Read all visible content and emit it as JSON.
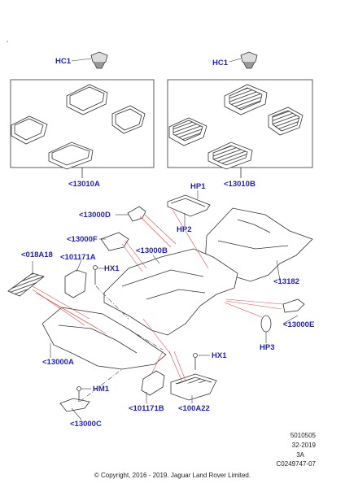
{
  "labels": {
    "hc1_left": "HC1",
    "hc1_right": "HC1",
    "p13010a": "<13010A",
    "p13010b": "<13010B",
    "hp1": "HP1",
    "hp2": "HP2",
    "p13000d": "<13000D",
    "p13000f": "<13000F",
    "p13000b": "<13000B",
    "p13182": "<13182",
    "p018a18": "<018A18",
    "p101171a": "<101171A",
    "hx1_top": "HX1",
    "p13000e": "<13000E",
    "hp3": "HP3",
    "p13000a": "<13000A",
    "hx1_bottom": "HX1",
    "hm1": "HM1",
    "p101171b": "<101171B",
    "p100a22": "<100A22",
    "p13000c": "<13000C"
  },
  "reference": {
    "line1": "5010505",
    "line2": "32-2019",
    "line3": "3A",
    "line4": "C0249747-07"
  },
  "copyright": "© Copyright, 2016 - 2019. Jaguar Land Rover Limited.",
  "colors": {
    "label": "#1f1fd0",
    "leader": "#e05050",
    "outline": "#333333"
  }
}
